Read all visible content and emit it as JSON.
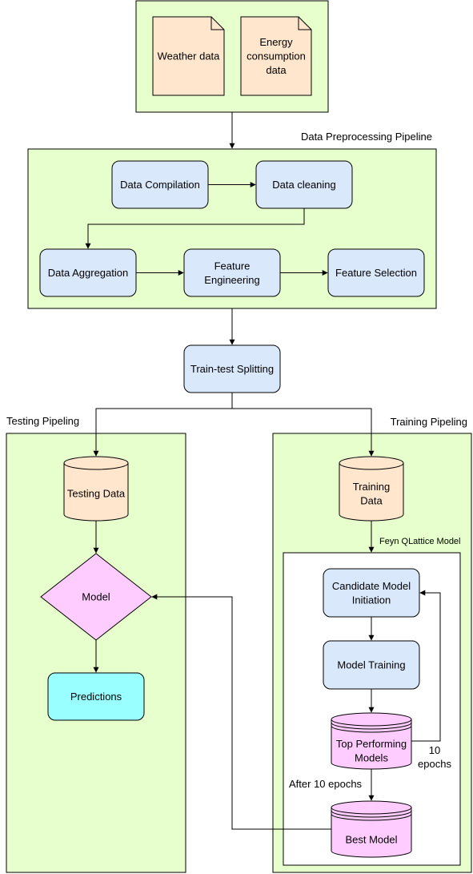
{
  "colors": {
    "container_fill": "#e6ffcc",
    "process_fill": "#dae8fc",
    "process_stroke": "#6c8ebf",
    "data_fill": "#ffe6cc",
    "magenta_fill": "#ffccff",
    "cyan_fill": "#99ffff",
    "stroke": "#000000",
    "white": "#ffffff"
  },
  "labels": {
    "preprocessing": "Data Preprocessing Pipeline",
    "testing": "Testing Pipeling",
    "training": "Training Pipeling",
    "feyn": "Feyn QLattice Model",
    "epochs_a": "10",
    "epochs_b": "epochs",
    "after": "After 10 epochs"
  },
  "nodes": {
    "weather": [
      "Weather data"
    ],
    "energy": [
      "Energy",
      "consumption",
      "data"
    ],
    "compilation": [
      "Data Compilation"
    ],
    "cleaning": [
      "Data cleaning"
    ],
    "aggregation": [
      "Data Aggregation"
    ],
    "engineering": [
      "Feature",
      "Engineering"
    ],
    "selection": [
      "Feature Selection"
    ],
    "split": [
      "Train-test Splitting"
    ],
    "testing_data": [
      "Testing Data"
    ],
    "training_data": [
      "Training",
      "Data"
    ],
    "model": [
      "Model"
    ],
    "predictions": [
      "Predictions"
    ],
    "candidate": [
      "Candidate Model",
      "Initiation"
    ],
    "model_training": [
      "Model Training"
    ],
    "top": [
      "Top Performing",
      "Models"
    ],
    "best": [
      "Best Model"
    ]
  }
}
